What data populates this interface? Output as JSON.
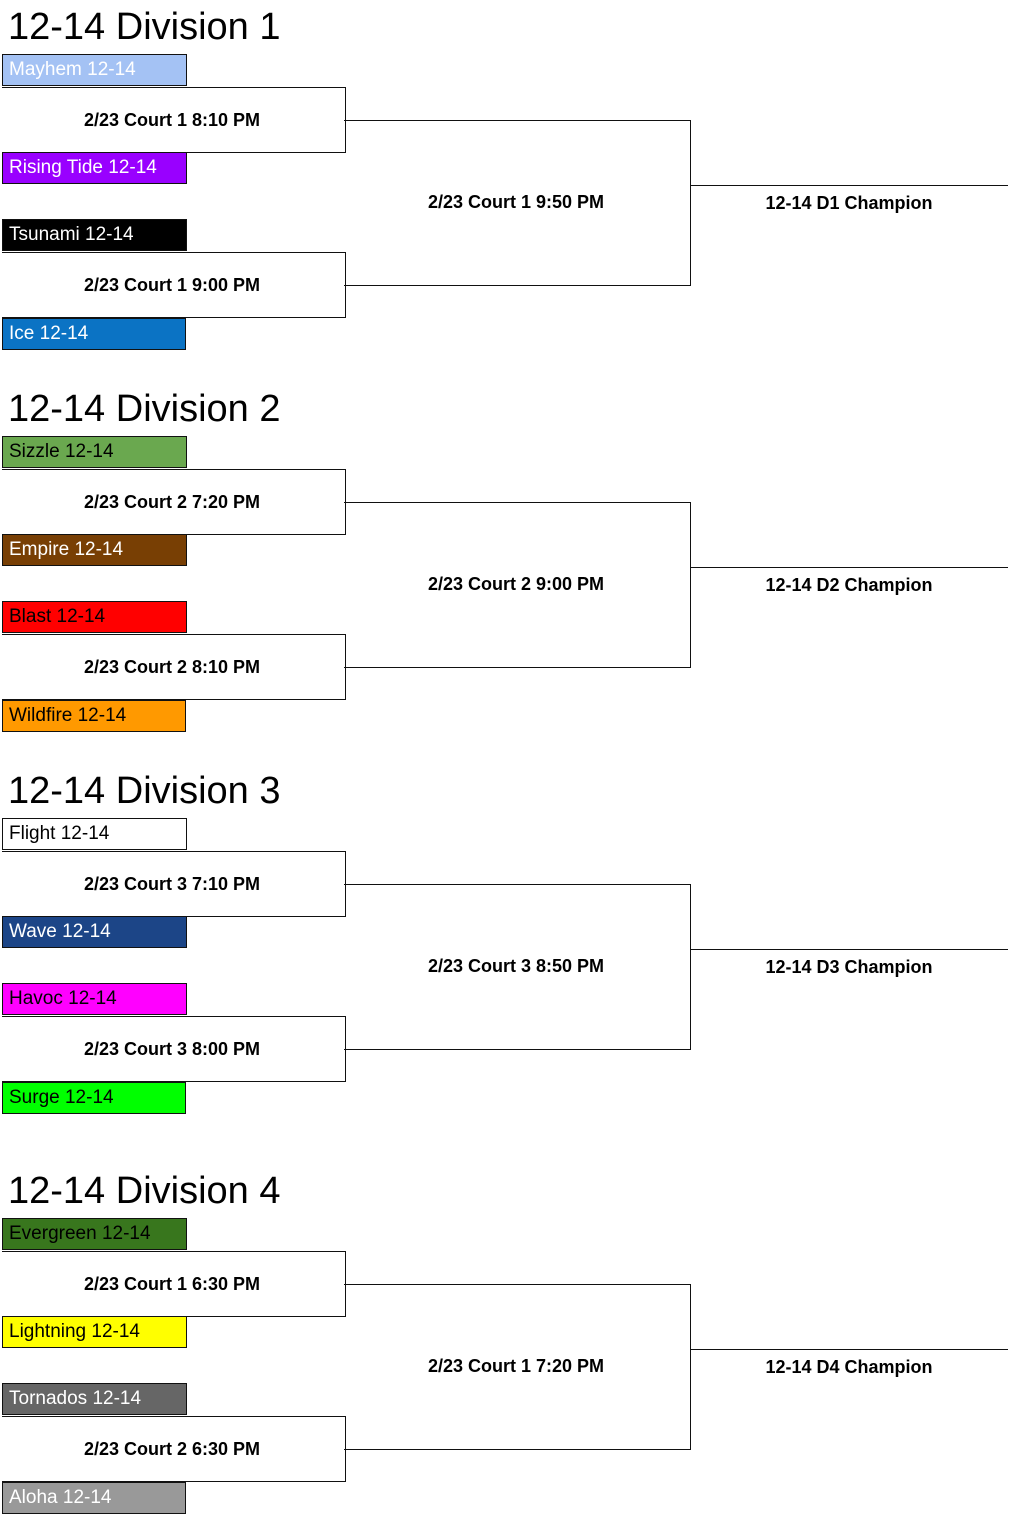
{
  "divisions": [
    {
      "title": "12-14 Division 1",
      "matches": [
        {
          "label": "2/23 Court 1 8:10 PM",
          "teams": [
            {
              "name": "Mayhem 12-14",
              "bg": "#a4c2f4",
              "fg": "#ffffff"
            },
            {
              "name": "Rising Tide 12-14",
              "bg": "#9900ff",
              "fg": "#ffffff"
            }
          ]
        },
        {
          "label": "2/23 Court 1 9:00 PM",
          "teams": [
            {
              "name": "Tsunami 12-14",
              "bg": "#000000",
              "fg": "#ffffff"
            },
            {
              "name": "Ice 12-14",
              "bg": "#0b73c4",
              "fg": "#ffffff"
            }
          ]
        }
      ],
      "final_label": "2/23 Court 1 9:50 PM",
      "champion_label": "12-14 D1 Champion"
    },
    {
      "title": "12-14 Division 2",
      "matches": [
        {
          "label": "2/23 Court 2 7:20 PM",
          "teams": [
            {
              "name": "Sizzle 12-14",
              "bg": "#6aa84f",
              "fg": "#000000"
            },
            {
              "name": "Empire 12-14",
              "bg": "#783f04",
              "fg": "#ffffff"
            }
          ]
        },
        {
          "label": "2/23 Court 2 8:10 PM",
          "teams": [
            {
              "name": "Blast 12-14",
              "bg": "#ff0000",
              "fg": "#000000"
            },
            {
              "name": "Wildfire 12-14",
              "bg": "#ff9900",
              "fg": "#000000"
            }
          ]
        }
      ],
      "final_label": "2/23 Court 2 9:00 PM",
      "champion_label": "12-14 D2 Champion"
    },
    {
      "title": "12-14 Division 3",
      "matches": [
        {
          "label": "2/23 Court 3 7:10 PM",
          "teams": [
            {
              "name": "Flight 12-14",
              "bg": "#ffffff",
              "fg": "#000000"
            },
            {
              "name": "Wave 12-14",
              "bg": "#1c4587",
              "fg": "#ffffff"
            }
          ]
        },
        {
          "label": "2/23 Court 3 8:00 PM",
          "teams": [
            {
              "name": "Havoc 12-14",
              "bg": "#ff00ff",
              "fg": "#000000"
            },
            {
              "name": "Surge 12-14",
              "bg": "#00ff00",
              "fg": "#000000"
            }
          ]
        }
      ],
      "final_label": "2/23 Court 3 8:50 PM",
      "champion_label": "12-14 D3 Champion"
    },
    {
      "title": "12-14 Division 4",
      "matches": [
        {
          "label": "2/23 Court 1 6:30 PM",
          "teams": [
            {
              "name": "Evergreen 12-14",
              "bg": "#38761d",
              "fg": "#000000"
            },
            {
              "name": "Lightning 12-14",
              "bg": "#ffff00",
              "fg": "#000000"
            }
          ]
        },
        {
          "label": "2/23 Court 2 6:30 PM",
          "teams": [
            {
              "name": "Tornados 12-14",
              "bg": "#666666",
              "fg": "#ffffff"
            },
            {
              "name": "Aloha 12-14",
              "bg": "#999999",
              "fg": "#ffffff"
            }
          ]
        }
      ],
      "final_label": "2/23 Court 1 7:20 PM",
      "champion_label": "12-14 D4 Champion"
    }
  ]
}
